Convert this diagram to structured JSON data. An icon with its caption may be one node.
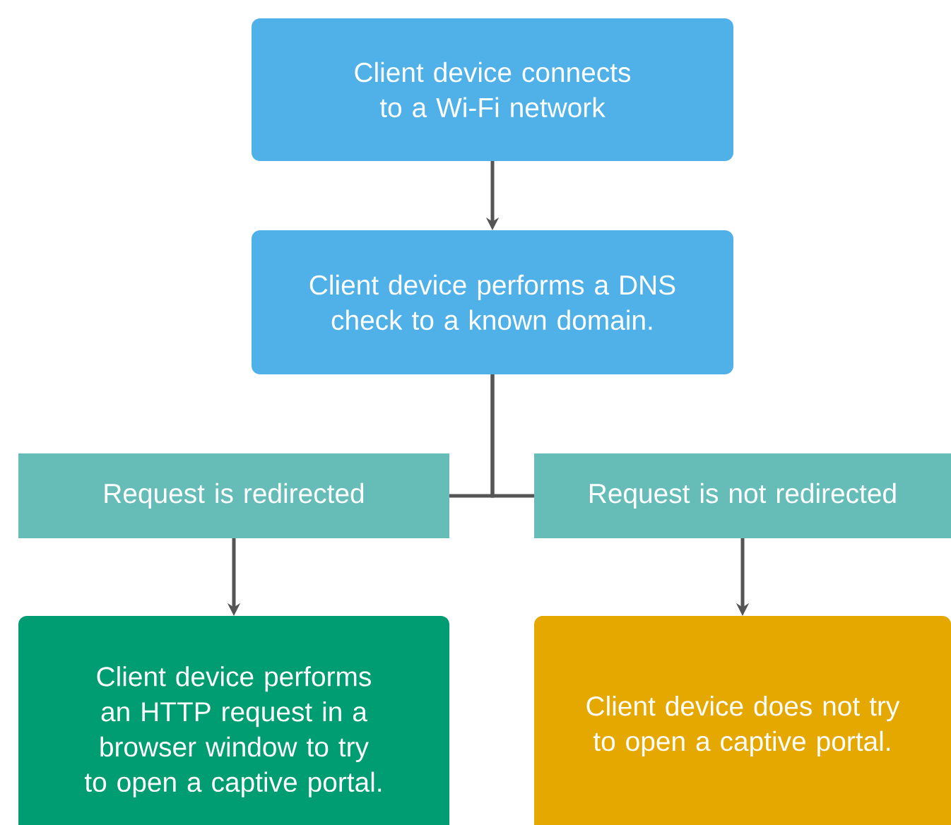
{
  "diagram": {
    "nodes": [
      {
        "text": [
          "Client device connects to a Wi-Fi network"
        ]
      },
      {
        "text": [
          "Client device performs a DNS check to a known domain."
        ]
      },
      {
        "text": [
          "Request is redirected"
        ]
      },
      {
        "text": [
          "Request is not redirected"
        ]
      },
      {
        "text": [
          "Client device performs an HTTP request in a browser window to try to open a captive portal."
        ]
      },
      {
        "text": [
          "Client device does not try to open a captive portal."
        ]
      }
    ],
    "edges": [
      {
        "from": 0,
        "to": 1,
        "arrow": "to"
      },
      {
        "from": 1,
        "to": 2,
        "arrow": "none"
      },
      {
        "from": 1,
        "to": 3,
        "arrow": "none"
      },
      {
        "from": 2,
        "to": 4,
        "arrow": "to"
      },
      {
        "from": 3,
        "to": 5,
        "arrow": "to"
      }
    ]
  }
}
